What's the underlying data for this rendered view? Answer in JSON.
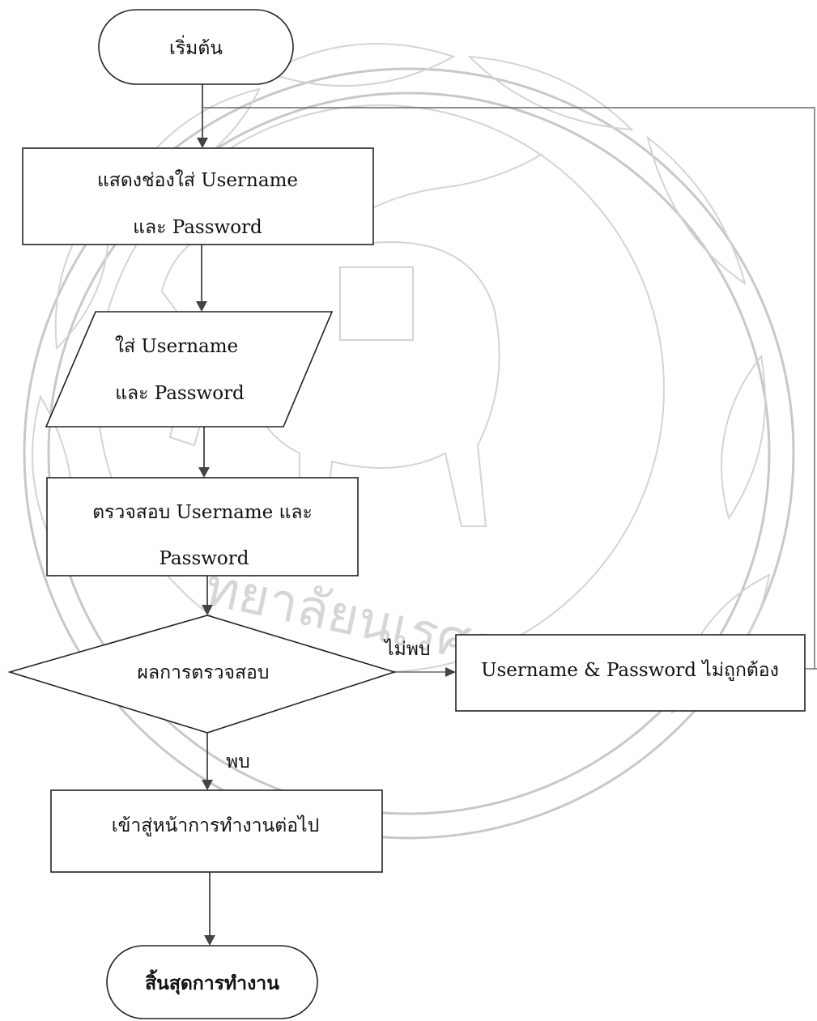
{
  "flowchart": {
    "start": "เริ่มต้น",
    "show_fields": {
      "line1": "แสดงช่องใส่  Username",
      "line2": "และ Password"
    },
    "input": {
      "line1": "ใส่ Username",
      "line2": "และ Password"
    },
    "verify": {
      "line1": "ตรวจสอบ Username และ",
      "line2": "Password"
    },
    "decision": "ผลการตรวจสอบ",
    "not_found_label": "ไม่พบ",
    "found_label": "พบ",
    "error_box": "Username & Password ไม่ถูกต้อง",
    "next_page": "เข้าสู่หน้าการทำงานต่อไป",
    "end": "สิ้นสุดการทำงาน"
  },
  "watermark": {
    "text": "ทยาลัยนเรศวร",
    "color": "#d0d0d0"
  }
}
